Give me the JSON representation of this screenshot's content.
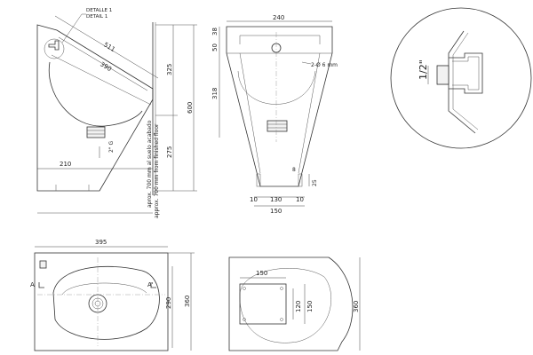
{
  "side_view": {
    "callout_1": "DETALLE 1",
    "callout_2": "DETAIL 1",
    "dim_511": "511",
    "dim_390": "390",
    "dim_325": "325",
    "dim_600": "600",
    "dim_275": "275",
    "dim_210": "210",
    "dim_thread": "2\" G",
    "floor_note_es": "aprox. 700 mm al suelo acabado",
    "floor_note_en": "approx. 700 mm from finished floor"
  },
  "front_view": {
    "dim_240": "240",
    "dim_50": "50",
    "dim_38": "38",
    "dim_318": "318",
    "dim_hole": "2-Ø 6 mm",
    "dim_8": "8",
    "dim_25": "25",
    "dim_10_left": "10",
    "dim_130": "130",
    "dim_10_right": "10",
    "dim_150": "150"
  },
  "detail_view": {
    "dim_thread": "1/2\""
  },
  "top_view": {
    "dim_395": "395",
    "dim_290": "290",
    "dim_360": "360",
    "section_left": "A",
    "section_right": "A'"
  },
  "back_view": {
    "dim_150": "150",
    "dim_120": "120",
    "dim_150_v": "150",
    "dim_360": "360"
  }
}
